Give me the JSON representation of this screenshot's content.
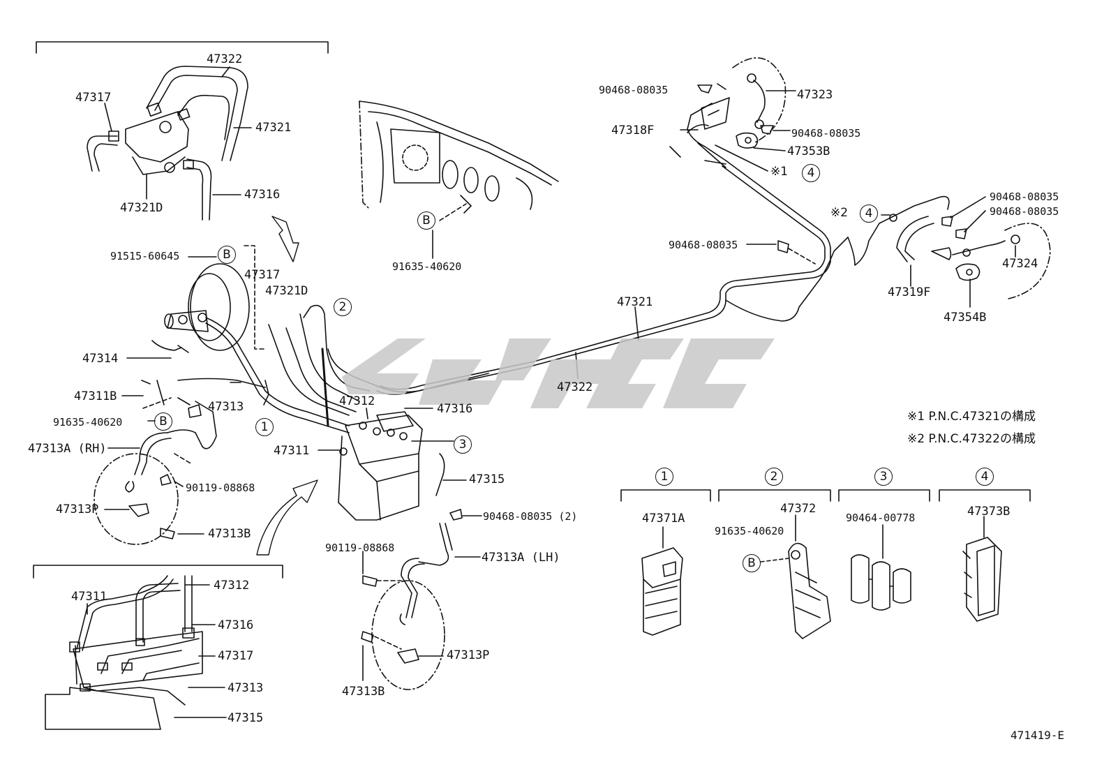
{
  "labels": {
    "p47322_top": "47322",
    "p47317_top": "47317",
    "p47321_top": "47321",
    "p47316_top": "47316",
    "p47321D_top": "47321D",
    "p91515": "91515-60645",
    "p47317_mid": "47317",
    "p47321D_mid": "47321D",
    "p47314": "47314",
    "p47311B": "47311B",
    "p47313": "47313",
    "p91635_left": "91635-40620",
    "p47313A_RH": "47313A (RH)",
    "p90119_left": "90119-08868",
    "p47313P_left": "47313P",
    "p47313B_left": "47313B",
    "p91635_center": "91635-40620",
    "p47312_center": "47312",
    "p47316_center": "47316",
    "p47311_center": "47311",
    "p47315_center": "47315",
    "p90468_center": "90468-08035 (2)",
    "p90119_center": "90119-08868",
    "p47313A_LH": "47313A (LH)",
    "p47313P_center": "47313P",
    "p47313B_center": "47313B",
    "p47321_center": "47321",
    "p47322_center": "47322",
    "p90468_tr1": "90468-08035",
    "p47323": "47323",
    "p47318F": "47318F",
    "p90468_tr2": "90468-08035",
    "p47353B": "47353B",
    "p90468_tr3": "90468-08035",
    "p90468_tr4": "90468-08035",
    "p90468_tr5": "90468-08035",
    "p47324": "47324",
    "p47319F": "47319F",
    "p47354B": "47354B",
    "ins_47312": "47312",
    "ins_47311": "47311",
    "ins_47316": "47316",
    "ins_47317": "47317",
    "ins_47313": "47313",
    "ins_47315": "47315",
    "leg_47371A": "47371A",
    "leg_47372": "47372",
    "leg_91635": "91635-40620",
    "leg_90464": "90464-00778",
    "leg_47373B": "47373B"
  },
  "callouts": {
    "c1": "1",
    "c2": "2",
    "c3": "3",
    "c4a": "4",
    "c4b": "4",
    "leg1": "1",
    "leg2": "2",
    "leg3": "3",
    "leg4": "4",
    "B1": "B",
    "B2": "B",
    "B3": "B",
    "B4": "B"
  },
  "notes": {
    "x1": "※1",
    "x2": "※2",
    "note1": "※1 P.N.C.47321の構成",
    "note2": "※2 P.N.C.47322の構成"
  },
  "reference_code": "471419-E",
  "colors": {
    "line": "#111111",
    "watermark": "#c8c8c8"
  }
}
